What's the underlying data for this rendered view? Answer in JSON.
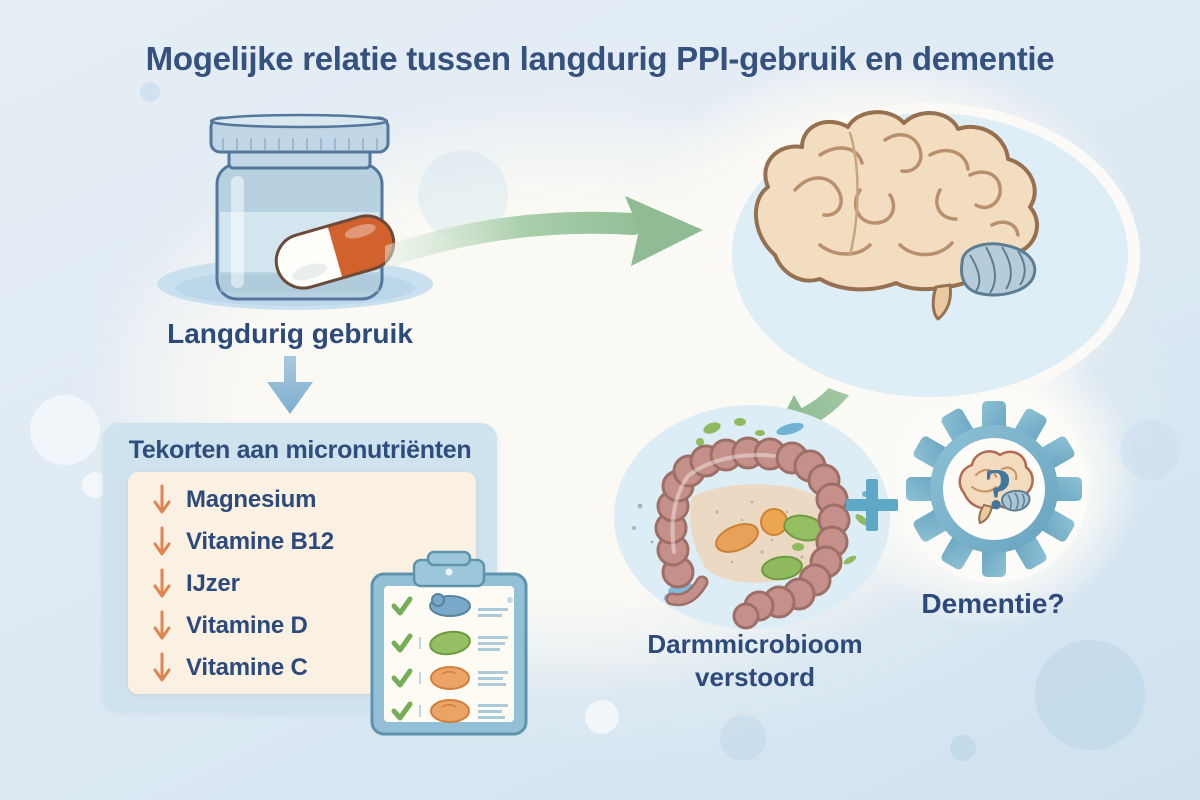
{
  "title": "Mogelijke relatie tussen langdurig PPI-gebruik en dementie",
  "bottle": {
    "caption": "Langdurig gebruik"
  },
  "micronutrients": {
    "heading": "Tekorten aan micronutriënten",
    "items": [
      {
        "trend": "down",
        "label": "Magnesium"
      },
      {
        "trend": "down",
        "label": "Vitamine B12"
      },
      {
        "trend": "down",
        "label": "IJzer"
      },
      {
        "trend": "down",
        "label": "Vitamine D"
      },
      {
        "trend": "down",
        "label": "Vitamine C"
      }
    ]
  },
  "gut": {
    "caption_line1": "Darmmicrobioom",
    "caption_line2": "verstoord"
  },
  "dementia": {
    "caption": "Dementie?",
    "question_mark": "?"
  },
  "icons": {
    "deficiency": "down-arrow-icon",
    "flow_bottle_to_brain": "curved-arrow-right-icon",
    "flow_brain_to_gut": "curved-arrow-down-left-icon",
    "flow_use_to_deficiency": "down-arrow-icon",
    "combiner": "plus-icon",
    "mechanism": "gear-icon",
    "checklist": "checkmark-icon"
  },
  "colors": {
    "background": "#dde9f2",
    "title_text": "#35517e",
    "body_text": "#2d4a7c",
    "panel_outer": "#cfe3ee",
    "panel_inner": "#faf1e3",
    "deficiency_arrow_orange": "#e0854f",
    "flow_arrow_green": "#93bf97",
    "flow_arrow_blue": "#8cb5d4",
    "bottle_blue": "#b7d1e1",
    "capsule_orange": "#d2622d",
    "brain_cream": "#f3ddc0",
    "intestine_pink": "#c59089",
    "gear_blue": "#79b2cb",
    "question_mark_blue": "#41769e",
    "plus_blue": "#5ea8c6"
  }
}
